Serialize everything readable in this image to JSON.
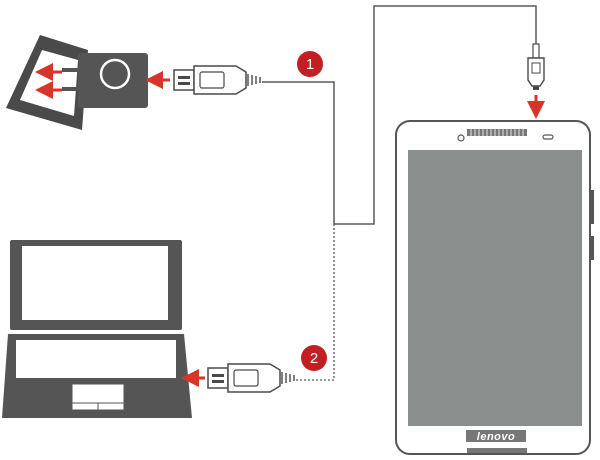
{
  "steps": [
    {
      "number": "1",
      "target": "wall-outlet"
    },
    {
      "number": "2",
      "target": "laptop"
    }
  ],
  "tablet": {
    "brand": "lenovo"
  },
  "colors": {
    "arrow": "#d7342a",
    "badge": "#c21f24",
    "device_dark": "#555555",
    "cable": "#5a5a5a",
    "screen": "#8a8e8c"
  },
  "icons": [
    "power-adapter-icon",
    "usb-connector-icon",
    "micro-usb-connector-icon",
    "laptop-icon",
    "tablet-icon"
  ]
}
